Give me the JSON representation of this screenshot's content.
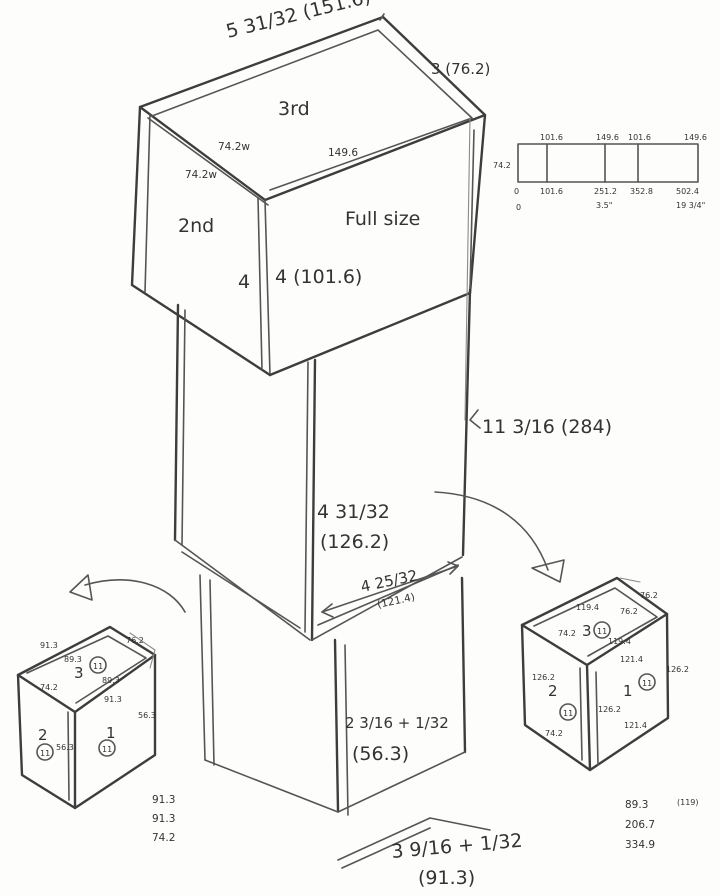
{
  "tower": {
    "top_width_label": "5 31/32 (151.6)",
    "top_height_label": "3 (76.2)",
    "face_3rd": "3rd",
    "dim_74_2w_a": "74.2w",
    "dim_74_2w_b": "74.2w",
    "dim_149_6": "149.6",
    "face_2nd": "2nd",
    "face_full_size": "Full size",
    "left_4": "4",
    "right_4": "4 (101.6)",
    "tall_label": "11 3/16 (284)",
    "mid_width_label": "4 31/32",
    "mid_width_mm": "(126.2)",
    "bottom_depth_label": "4 25/32",
    "bottom_depth_mm": "(121.4)",
    "bottom_height_label": "2 3/16 + 1/32",
    "bottom_height_mm": "(56.3)",
    "base_label": "3 9/16 + 1/32",
    "base_mm": "(91.3)"
  },
  "strip": {
    "left_height": "74.2",
    "top_marks": [
      "101.6",
      "149.6",
      "101.6",
      "149.6"
    ],
    "bottom_marks": [
      "0",
      "101.6",
      "251.2",
      "352.8",
      "502.4"
    ],
    "bottom_zero": "0",
    "sub_35": "3.5\"",
    "sub_19": "19 3/4\""
  },
  "left_cube": {
    "top_left": "91.3",
    "top_right": "76.2",
    "top_inner": "89.3",
    "face_top_num": "3",
    "top_circle": "11",
    "small_a": "74.2",
    "small_b": "89.3",
    "right_top": "91.3",
    "right_side": "56.3",
    "face_left_num": "2",
    "face_right_num": "1",
    "left_circle": "11",
    "right_circle": "11",
    "mid_small": "56.3",
    "list": [
      "91.3",
      "91.3",
      "74.2"
    ]
  },
  "right_cube": {
    "corner": "76.2",
    "top_a": "119.4",
    "top_b": "74.2",
    "top_c": "76.2",
    "face_top_num": "3",
    "top_circle": "11",
    "top_d": "119.4",
    "right_top": "121.4",
    "far_right": "126.2",
    "left_top": "126.2",
    "face_left_num": "2",
    "face_right_num": "1",
    "left_circle": "11",
    "right_circle": "11",
    "mid_left": "126.2",
    "bottom_left": "74.2",
    "bottom_right": "121.4",
    "list": [
      "89.3",
      "206.7",
      "334.9"
    ],
    "list_note": "(119)"
  }
}
